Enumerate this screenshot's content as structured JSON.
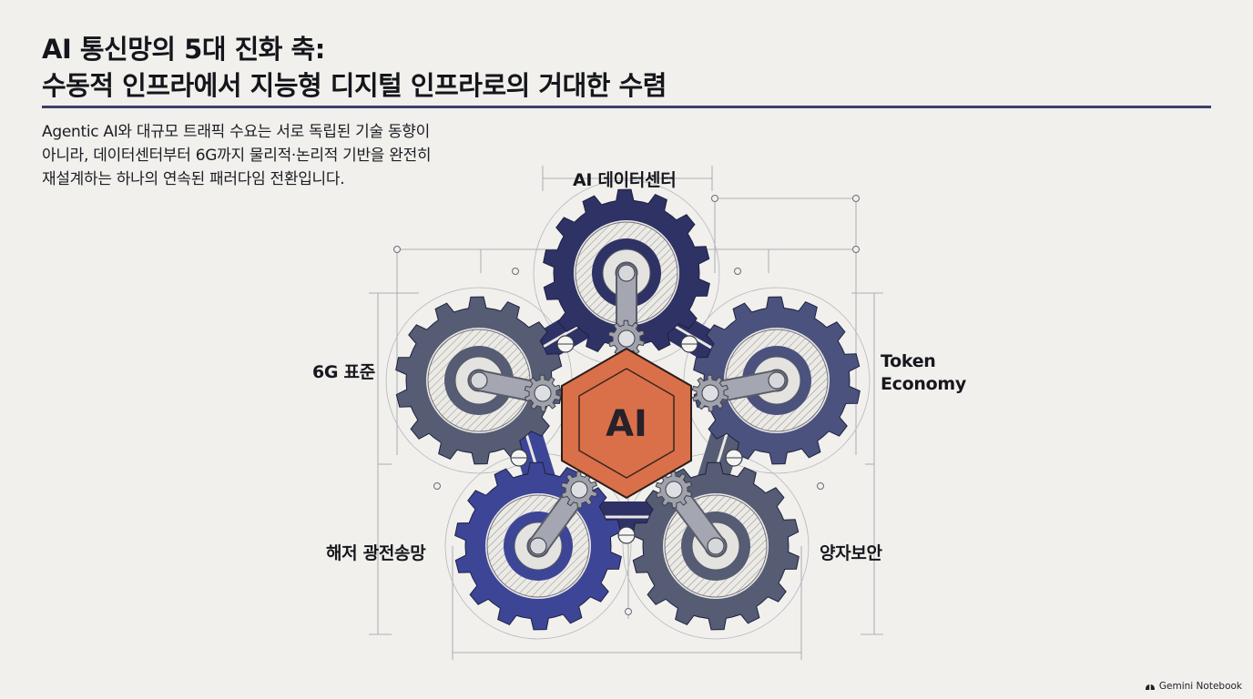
{
  "title": {
    "line1": "AI 통신망의 5대 진화 축:",
    "line2": "수동적 인프라에서 지능형 디지털 인프라로의 거대한 수렴"
  },
  "intro": {
    "line1": "Agentic AI와 대규모 트래픽 수요는 서로 독립된 기술 동향이",
    "line2": "아니라, 데이터센터부터 6G까지 물리적·논리적 기반을 완전히",
    "line3": "재설계하는 하나의 연속된 패러다임 전환입니다."
  },
  "diagram": {
    "center_label": "AI",
    "nodes": {
      "top": "AI 데이터센터",
      "right_line1": "Token",
      "right_line2": "Economy",
      "bottom_right": "양자보안",
      "bottom_left": "해저 광전송망",
      "left": "6G 표준"
    }
  },
  "colors": {
    "navy": "#2f3264",
    "slate": "#565c73",
    "blue_gray": "#4c527e",
    "blue": "#3d4597",
    "orange": "#d9704a",
    "steel": "#a4a7b2",
    "rule": "#3c4068"
  },
  "brand": {
    "label": "Gemini Notebook",
    "icon": "sparkle-bars-icon"
  }
}
